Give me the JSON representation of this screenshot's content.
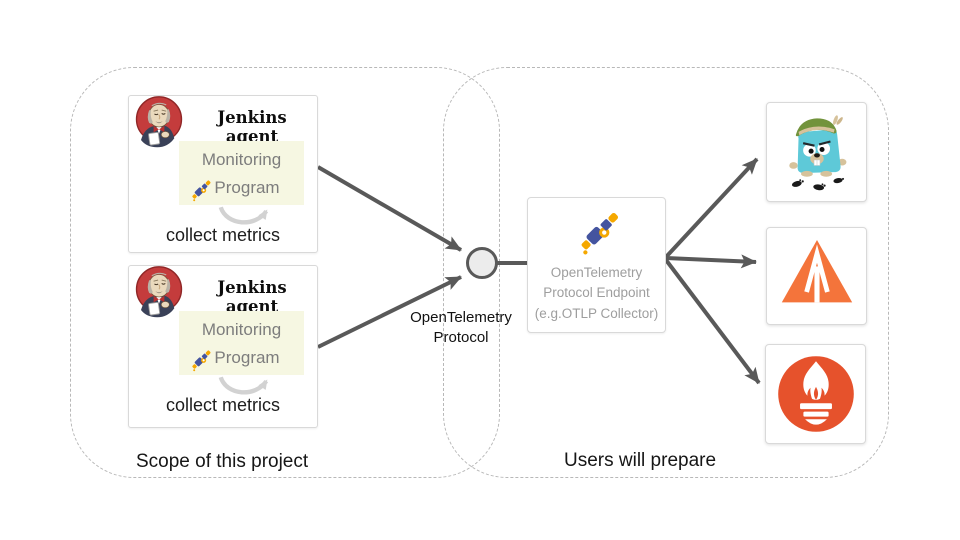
{
  "groups": {
    "scope_label": "Scope of this project",
    "users_label": "Users will prepare"
  },
  "agents": [
    {
      "title": "Jenkins agent",
      "program_line1": "Monitoring",
      "program_line2": "Program",
      "caption": "collect metrics"
    },
    {
      "title": "Jenkins agent",
      "program_line1": "Monitoring",
      "program_line2": "Program",
      "caption": "collect metrics"
    }
  ],
  "protocol": {
    "line1": "OpenTelemetry",
    "line2": "Protocol"
  },
  "endpoint": {
    "line1": "OpenTelemetry",
    "line2": "Protocol Endpoint",
    "line3": "(e.g.OTLP Collector)"
  },
  "backends": [
    {
      "icon": "jaeger-gopher-logo"
    },
    {
      "icon": "zipkin-pyramid-logo"
    },
    {
      "icon": "prometheus-torch-logo"
    }
  ],
  "icons": {
    "agent_avatar": "jenkins-butler-icon",
    "program_icon": "opentelemetry-telescope-icon",
    "loop_icon": "collect-loop-arrow-icon"
  },
  "colors": {
    "otel_orange": "#f5a800",
    "otel_blue": "#44549f",
    "arrow_gray": "#595959",
    "loop_gray": "#d2d2d2",
    "program_box_bg": "#f6f7e2",
    "jaeger_body": "#5ec9d8",
    "zipkin_orange": "#f4743b",
    "prometheus_orange": "#e6522c",
    "connector_fill": "#ececec"
  }
}
